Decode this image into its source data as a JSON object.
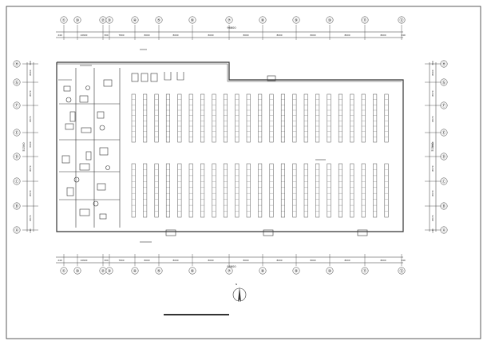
{
  "columns": [
    "①",
    "⑩",
    "②",
    "③",
    "④",
    "⑤",
    "⑥",
    "⑦",
    "⑧",
    "⑨",
    "⑩",
    "⑪",
    "⑫"
  ],
  "rows": [
    "Ⓗ",
    "Ⓖ",
    "Ⓕ",
    "Ⓔ",
    "Ⓓ",
    "Ⓒ",
    "Ⓑ",
    "Ⓐ"
  ],
  "top_dims": [
    "240",
    "10820",
    "300",
    "7800",
    "8000",
    "8000",
    "8000",
    "8000",
    "8000",
    "8000",
    "8000",
    "8000",
    "240"
  ],
  "bottom_dims": [
    "240",
    "10820",
    "300",
    "7800",
    "8000",
    "8000",
    "8000",
    "8000",
    "8000",
    "8000",
    "8000",
    "8000",
    "240"
  ],
  "top_total": "96600",
  "bottom_total": "96600",
  "left_dims": [
    "300",
    "8000",
    "8670",
    "8670",
    "6000",
    "8670",
    "8670",
    "8670",
    "240"
  ],
  "left_total": "51560",
  "right_dims": [
    "300",
    "8000",
    "8670",
    "8670",
    "6000",
    "8670",
    "8670",
    "8670",
    "240"
  ],
  "right_total": "51560",
  "north_label": "N",
  "colors": {
    "line": "#333333",
    "rack": "#555555",
    "background": "#ffffff"
  }
}
